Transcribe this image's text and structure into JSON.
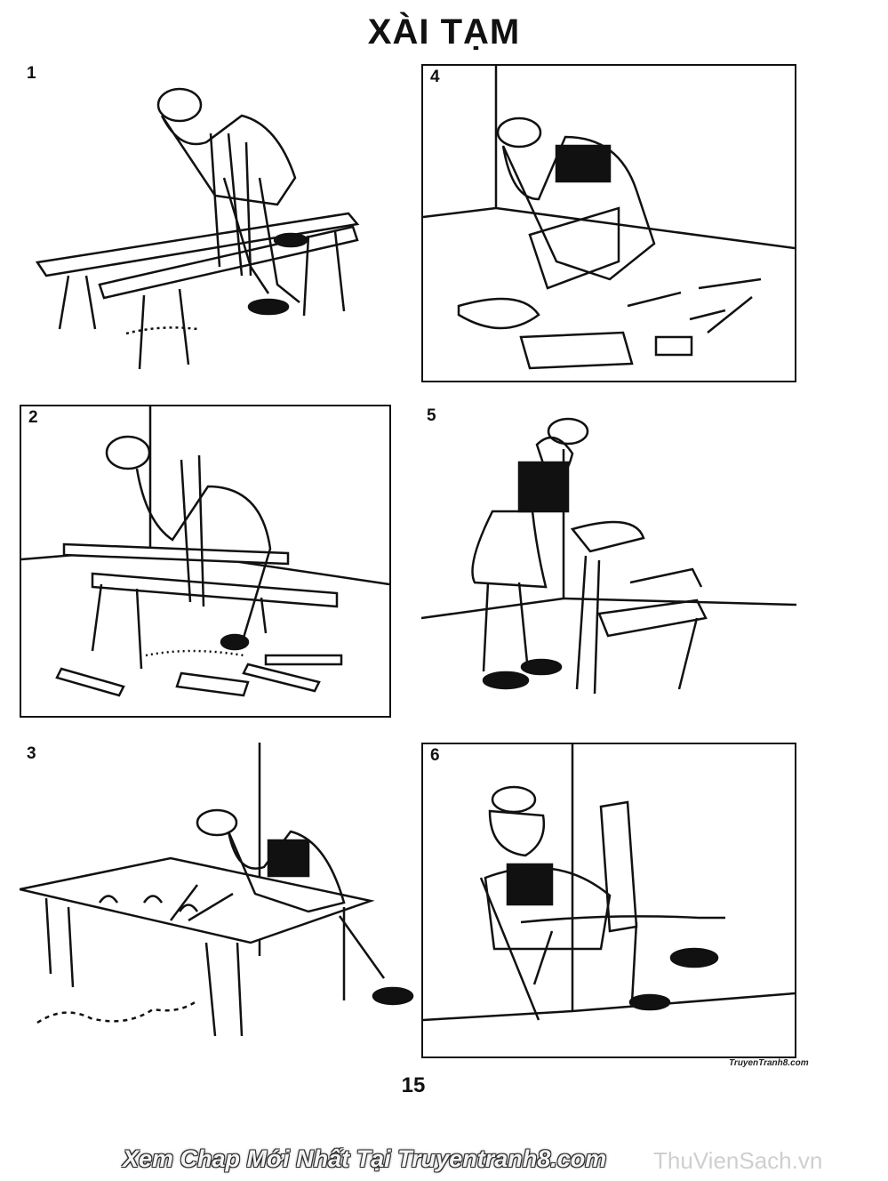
{
  "page": {
    "title": "XÀI TẠM",
    "page_number": "15",
    "footer_text": "Xem Chap Mới Nhất Tại Truyentranh8.com",
    "watermark": "ThuVienSach.vn",
    "panel_credit": "TruyenTranh8.com"
  },
  "panels": [
    {
      "number": "1",
      "scene": "sawing-planks"
    },
    {
      "number": "2",
      "scene": "cutting-boards"
    },
    {
      "number": "3",
      "scene": "planing-wood"
    },
    {
      "number": "4",
      "scene": "assembling-chair"
    },
    {
      "number": "5",
      "scene": "finished-chair"
    },
    {
      "number": "6",
      "scene": "reading-in-chair"
    }
  ]
}
